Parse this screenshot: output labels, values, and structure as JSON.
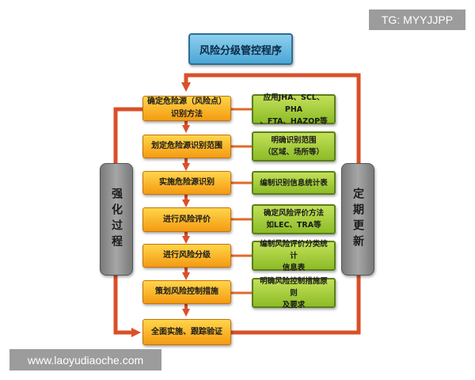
{
  "watermark": {
    "tg": "TG: MYYJJPP",
    "website": "www.laoyudiaoche.com"
  },
  "title": "风险分级管控程序",
  "steps": [
    {
      "line1": "确定危险源（风险点）",
      "line2": "识别方法"
    },
    {
      "line1": "划定危险源识别范围",
      "line2": ""
    },
    {
      "line1": "实施危险源识别",
      "line2": ""
    },
    {
      "line1": "进行风险评价",
      "line2": ""
    },
    {
      "line1": "进行风险分级",
      "line2": ""
    },
    {
      "line1": "策划风险控制措施",
      "line2": ""
    },
    {
      "line1": "全面实施、跟踪验证",
      "line2": ""
    }
  ],
  "notes": [
    {
      "line1": "应用JHA、SCL、PHA",
      "line2": "、FTA、HAZOP等"
    },
    {
      "line1": "明确识别范围",
      "line2": "（区域、场所等）"
    },
    {
      "line1": "编制识别信息统计表",
      "line2": ""
    },
    {
      "line1": "确定风险评价方法",
      "line2": "如LEC、TRA等"
    },
    {
      "line1": "编制风险评价分类统计",
      "line2": "信息表"
    },
    {
      "line1": "明确风险控制措施原则",
      "line2": "及要求"
    }
  ],
  "side_left": "强化过程",
  "side_right": "定期更新",
  "colors": {
    "arrow": "#d9502a",
    "step": "#f49b12",
    "note": "#8cbc26",
    "side": "#8a8a8a",
    "title": "#4aa6d6"
  }
}
